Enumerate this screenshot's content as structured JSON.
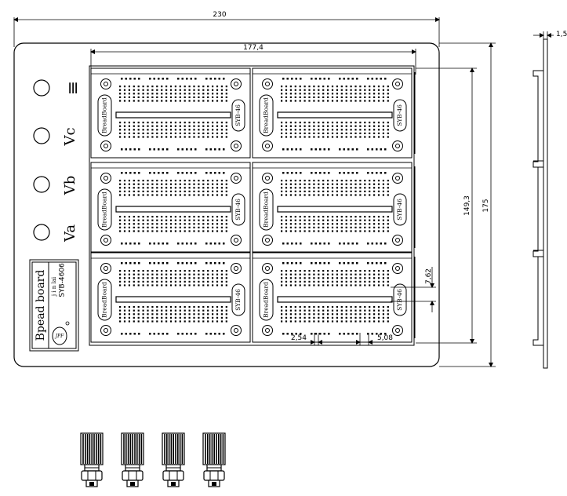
{
  "dimensions": {
    "overall_width": "230",
    "inner_width": "177,4",
    "board_height": "149,3",
    "overall_height": "175",
    "thickness": "1,5",
    "row_pitch": "7,62",
    "hole_pitch": "2,54",
    "group_pitch": "5,08"
  },
  "terminals": {
    "ground": "≡",
    "vc": "Vc",
    "vb": "Vb",
    "va": "Va"
  },
  "nameplate": {
    "title": "Bpead board",
    "subtitle": "j i n  lai",
    "model": "SYB-4606",
    "logo_text": "JPF"
  },
  "modules": {
    "left_label": "BreadBoard",
    "right_label": "SYB-46"
  },
  "connector_count": 4,
  "colors": {
    "line": "#000000",
    "background": "#ffffff"
  }
}
